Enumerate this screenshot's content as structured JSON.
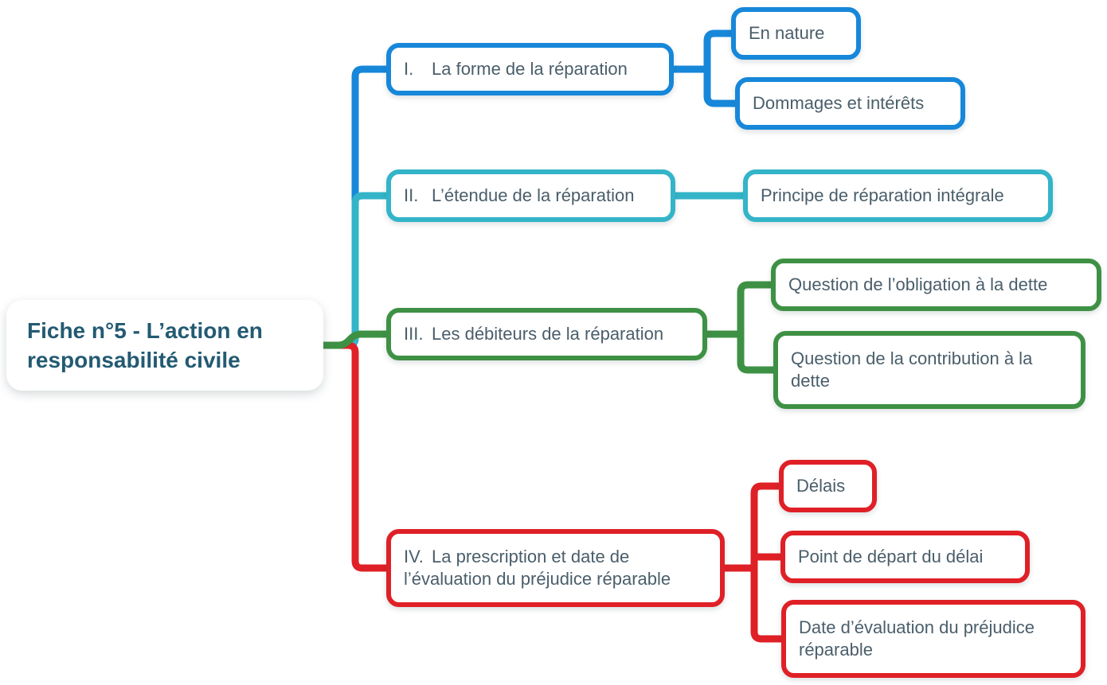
{
  "root": {
    "label": "Fiche n°5 - L’action en responsabilité civile",
    "text_color": "#235a72"
  },
  "colors": {
    "node_text": "#4a5e6a",
    "box_fill": "#ffffff",
    "background": "#ffffff",
    "branch_blue": "#1787d9",
    "branch_cyan": "#33b4c8",
    "branch_green": "#3e9144",
    "branch_red": "#df2026"
  },
  "branches": [
    {
      "numeral": "I.",
      "label": "La forme de la réparation",
      "color": "#1787d9",
      "children": [
        {
          "label": "En nature"
        },
        {
          "label": "Dommages et intérêts"
        }
      ]
    },
    {
      "numeral": "II.",
      "label": "L’étendue de la réparation",
      "color": "#33b4c8",
      "children": [
        {
          "label": "Principe de réparation intégrale"
        }
      ]
    },
    {
      "numeral": "III.",
      "label": "Les débiteurs de la réparation",
      "color": "#3e9144",
      "children": [
        {
          "label": "Question de l’obligation à la dette"
        },
        {
          "label": "Question de la contribution à la dette"
        }
      ]
    },
    {
      "numeral": "IV.",
      "label": "La prescription et date de l’évaluation du préjudice réparable",
      "color": "#df2026",
      "children": [
        {
          "label": "Délais"
        },
        {
          "label": "Point de départ du délai"
        },
        {
          "label": "Date d’évaluation du préjudice réparable"
        }
      ]
    }
  ]
}
